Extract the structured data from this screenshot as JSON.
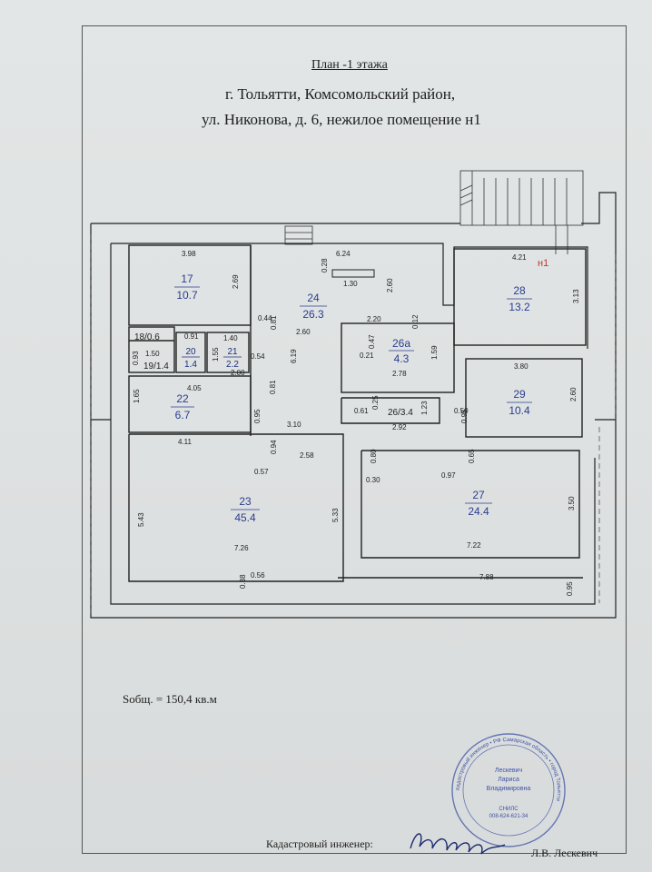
{
  "title_line1": "План -1 этажа",
  "title_line2": "г. Тольятти, Комсомольский район,",
  "title_line3": "ул. Никонова, д. 6, нежилое помещение н1",
  "area_total": "Sобщ. = 150,4 кв.м",
  "engineer_label": "Кадастровый инженер:",
  "engineer_name": "Л.В. Лескевич",
  "unit_mark": "н1",
  "colors": {
    "room_labels": "#2a3d8f",
    "unit_mark": "#c0392b",
    "stamp": "#3f52a6"
  },
  "rooms": [
    {
      "num": "17",
      "area": "10.7"
    },
    {
      "num": "24",
      "area": "26.3"
    },
    {
      "num": "28",
      "area": "13.2"
    },
    {
      "num": "26а",
      "area": "4.3"
    },
    {
      "num": "29",
      "area": "10.4"
    },
    {
      "num": "20",
      "area": "1.4"
    },
    {
      "num": "21",
      "area": "2.2"
    },
    {
      "num": "22",
      "area": "6.7"
    },
    {
      "num": "23",
      "area": "45.4"
    },
    {
      "num": "27",
      "area": "24.4"
    }
  ],
  "small_rooms": [
    "18/0.6",
    "19/1.4",
    "26/3.4"
  ],
  "dimensions": [
    "3.98",
    "2.69",
    "6.24",
    "0.28",
    "1.30",
    "2.60",
    "0.44",
    "0.81",
    "4.21",
    "3.13",
    "2.20",
    "0.12",
    "0.91",
    "1.40",
    "2.60",
    "0.47",
    "0.21",
    "1.59",
    "1.50",
    "0.93",
    "1.55",
    "0.54",
    "6.19",
    "2.78",
    "2.00",
    "4.05",
    "0.81",
    "0.25",
    "3.80",
    "1.65",
    "0.61",
    "1.23",
    "0.50",
    "0.95",
    "2.60",
    "0.95",
    "3.10",
    "2.92",
    "4.11",
    "0.94",
    "2.58",
    "0.80",
    "0.65",
    "0.57",
    "0.30",
    "0.97",
    "5.43",
    "5.33",
    "3.50",
    "7.26",
    "7.22",
    "0.38",
    "0.56",
    "7.88",
    "0.95"
  ],
  "stamp": {
    "ring_text": "Кадастровый инженер • РФ Самарская область • город Тольятти",
    "name_lines": [
      "Лескевич",
      "Лариса",
      "Владимировна"
    ],
    "snils_label": "СНИЛС",
    "snils": "008-624-621-34"
  }
}
